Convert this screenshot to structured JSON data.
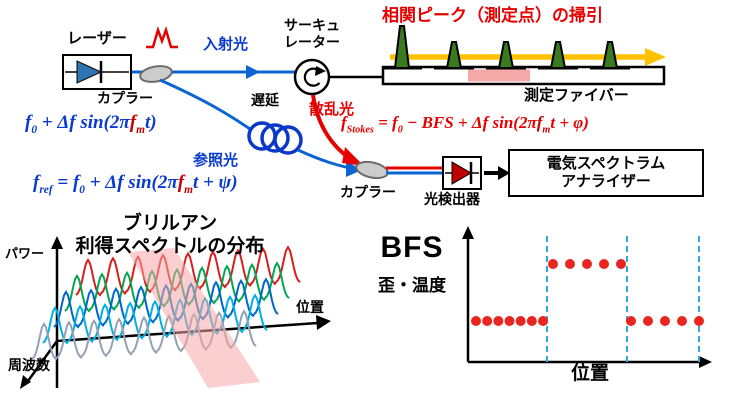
{
  "top": {
    "laser_label": "レーザー",
    "incident_light_label": "入射光",
    "circulator_label_line1": "サーキュ",
    "circulator_label_line2": "レーター",
    "sweep_title": "相関ピーク（測定点）の掃引",
    "fiber_label": "測定ファイバー",
    "coupler1_label": "カプラー",
    "coupler2_label": "カプラー",
    "delay_label": "遅延",
    "scattered_light_label": "散乱光",
    "reference_light_label": "参照光",
    "photodetector_label": "光検出器",
    "esa_label_line1": "電気スペクトラム",
    "esa_label_line2": "アナライザー",
    "correlation_peaks": {
      "count": 5,
      "color": "#3c7a1f"
    }
  },
  "icons": {
    "laser": "laser-diode-icon",
    "pulse": "pulse-waveform-icon",
    "circulator": "circular-arrow-icon",
    "photodetector": "photodiode-icon"
  },
  "formulas": {
    "pump": {
      "segments": [
        [
          "f",
          "n"
        ],
        [
          "0",
          "s"
        ],
        [
          " + Δf sin(2π",
          "n"
        ],
        [
          "f",
          "r"
        ],
        [
          "m",
          "rs"
        ],
        [
          "t)",
          "n"
        ]
      ]
    },
    "ref": {
      "segments": [
        [
          "f",
          "n"
        ],
        [
          "ref",
          "s"
        ],
        [
          " = f",
          "n"
        ],
        [
          "0",
          "s"
        ],
        [
          " + Δf sin(2π",
          "n"
        ],
        [
          "f",
          "r"
        ],
        [
          "m",
          "rs"
        ],
        [
          "t + ψ)",
          "n"
        ]
      ]
    },
    "stokes": {
      "segments": [
        [
          "f",
          "n"
        ],
        [
          "Stokes",
          "s"
        ],
        [
          " = f",
          "n"
        ],
        [
          "0",
          "s"
        ],
        [
          " − BFS + Δf sin(2π",
          "n"
        ],
        [
          "f",
          "r"
        ],
        [
          "m",
          "rs"
        ],
        [
          "t + φ)",
          "n"
        ]
      ]
    }
  },
  "bottom_left": {
    "title_line1": "ブリルアン",
    "title_line2": "利得スペクトルの分布",
    "power_axis_label": "パワー",
    "position_axis_label": "位置",
    "frequency_axis_label": "周波数",
    "spectra_colors": [
      "#d81e1e",
      "#00a650",
      "#0066cc",
      "#00b0e0",
      "#93a1b4"
    ],
    "peaks_per_row": 9
  },
  "bfs": {
    "title": "BFS",
    "subtitle": "歪・温度",
    "position_axis_label": "位置",
    "dot_color": "#e8251f",
    "boundary_color": "#2fa8e1",
    "segments": [
      {
        "level": "low",
        "dots": 7
      },
      {
        "level": "high",
        "dots": 5
      },
      {
        "level": "low",
        "dots": 5
      }
    ]
  },
  "colors": {
    "blue_text": "#0a3bd0",
    "blue_line": "#0a64d2",
    "red": "#e60000",
    "yellow": "#ffc000",
    "pink": "#f4a9a9",
    "green_peak": "#3c7a1f"
  },
  "chart_data": [
    {
      "type": "line",
      "title": "ブリルアン利得スペクトルの分布",
      "xlabel": "位置",
      "ylabel": "パワー",
      "zlabel": "周波数",
      "rows": 5,
      "peaks_per_row": 9,
      "series_colors": [
        "#d81e1e",
        "#00a650",
        "#0066cc",
        "#00b0e0",
        "#93a1b4"
      ]
    },
    {
      "type": "scatter",
      "title": "BFS 歪・温度",
      "xlabel": "位置",
      "ylabel": "BFS",
      "segments": [
        {
          "section": 1,
          "level": "low",
          "points": 7
        },
        {
          "section": 2,
          "level": "high",
          "points": 5
        },
        {
          "section": 3,
          "level": "low",
          "points": 5
        }
      ]
    }
  ]
}
